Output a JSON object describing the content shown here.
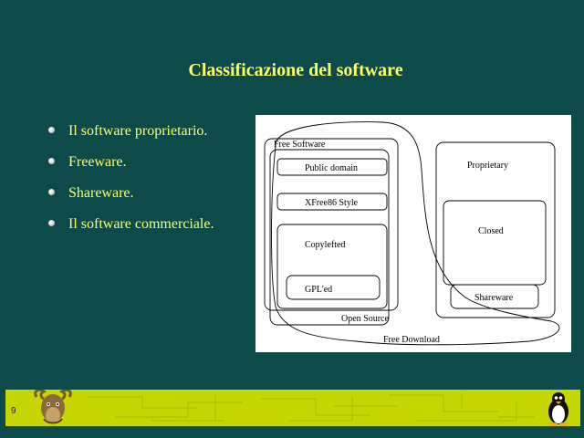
{
  "slide": {
    "title": "Classificazione del software",
    "page_number": "9"
  },
  "bullets": [
    "Il software proprietario.",
    "Freeware.",
    "Shareware.",
    "Il software commerciale."
  ],
  "diagram": {
    "free_software": "Free Software",
    "public_domain": "Public domain",
    "xfree86_style": "XFree86 Style",
    "copylefted": "Copylefted",
    "gpled": "GPL'ed",
    "open_source": "Open Source",
    "free_download": "Free Download",
    "proprietary": "Proprietary",
    "closed": "Closed",
    "shareware": "Shareware"
  },
  "colors": {
    "background": "#0d4a4a",
    "text_accent": "#ffff66",
    "footer": "#c6d600"
  },
  "icons": {
    "bullet": "bullet-dot-icon",
    "gnu": "gnu-head-logo",
    "tux": "tux-penguin-logo"
  }
}
